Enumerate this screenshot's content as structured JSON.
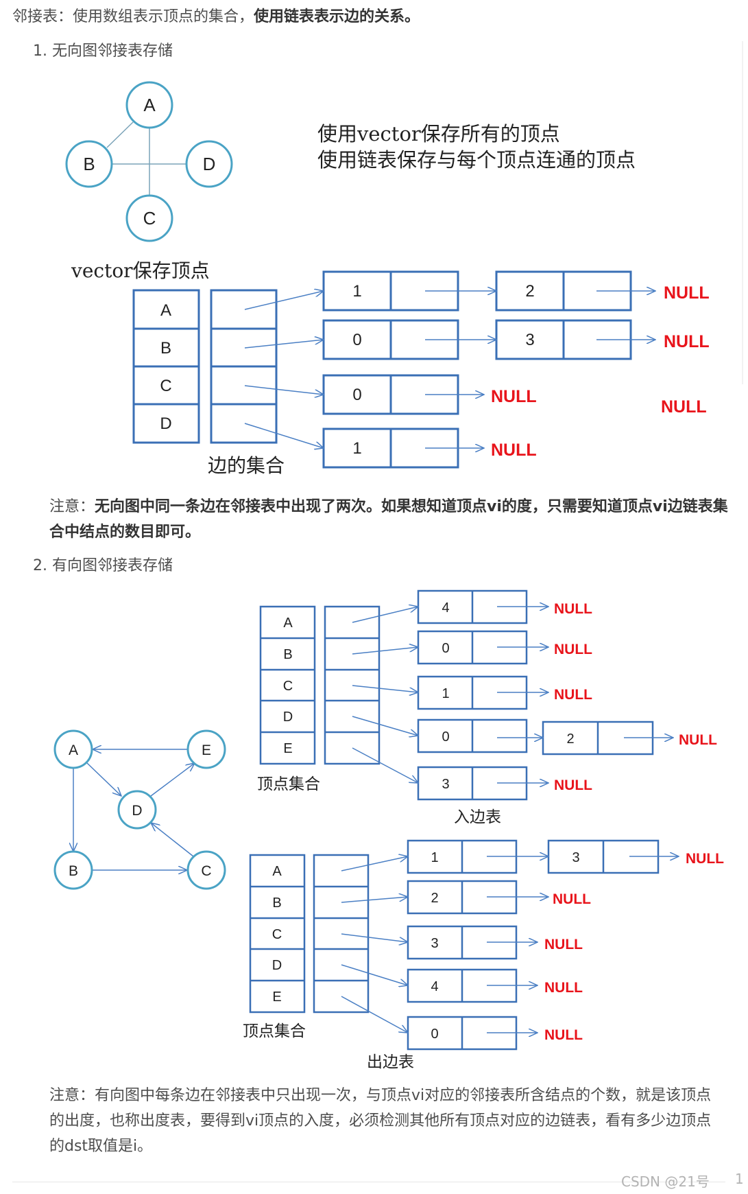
{
  "intro": {
    "lead": "邻接表：使用数组表示顶点的集合，",
    "bold": "使用链表表示边的关系。"
  },
  "section1": {
    "heading": "1. 无向图邻接表存储",
    "caption_line1": "使用vector保存所有的顶点",
    "caption_line2": "使用链表保存与每个顶点连通的顶点",
    "vertex_label": "vector保存顶点",
    "edge_label": "边的集合",
    "graph": {
      "nodes": [
        "A",
        "B",
        "D",
        "C"
      ]
    },
    "vertices": [
      "A",
      "B",
      "C",
      "D"
    ],
    "nodes_row1": [
      "1",
      "2"
    ],
    "nodes_row2": [
      "0",
      "3"
    ],
    "nodes_row3": [
      "0"
    ],
    "nodes_row4": [
      "1"
    ],
    "null_text": "NULL",
    "note_prefix": "注意：",
    "note_bold": "无向图中同一条边在邻接表中出现了两次。如果想知道顶点vi的度，只需要知道顶点vi边链表集合中结点的数目即可。"
  },
  "section2": {
    "heading": "2. 有向图邻接表存储",
    "graph": {
      "nodes": [
        "A",
        "E",
        "D",
        "B",
        "C"
      ]
    },
    "in_vertices": [
      "A",
      "B",
      "C",
      "D",
      "E"
    ],
    "in_set_label": "顶点集合",
    "in_table_label": "入边表",
    "in_nodes": [
      "4",
      "0",
      "1",
      "0",
      "2",
      "3"
    ],
    "out_vertices": [
      "A",
      "B",
      "C",
      "D",
      "E"
    ],
    "out_set_label": "顶点集合",
    "out_table_label": "出边表",
    "out_nodes": [
      "1",
      "3",
      "2",
      "3",
      "4",
      "0"
    ],
    "null_text": "NULL",
    "note": "注意：有向图中每条边在邻接表中只出现一次，与顶点vi对应的邻接表所含结点的个数，就是该顶点的出度，也称出度表，要得到vi顶点的入度，必须检测其他所有顶点对应的边链表，看有多少边顶点的dst取值是i。"
  },
  "footer": {
    "watermark": "CSDN @21号",
    "page": "1"
  },
  "colors": {
    "box": "#3a6fb5",
    "circle": "#4aa3c5",
    "arrow": "#4a7fc4",
    "null": "#e8141b"
  }
}
